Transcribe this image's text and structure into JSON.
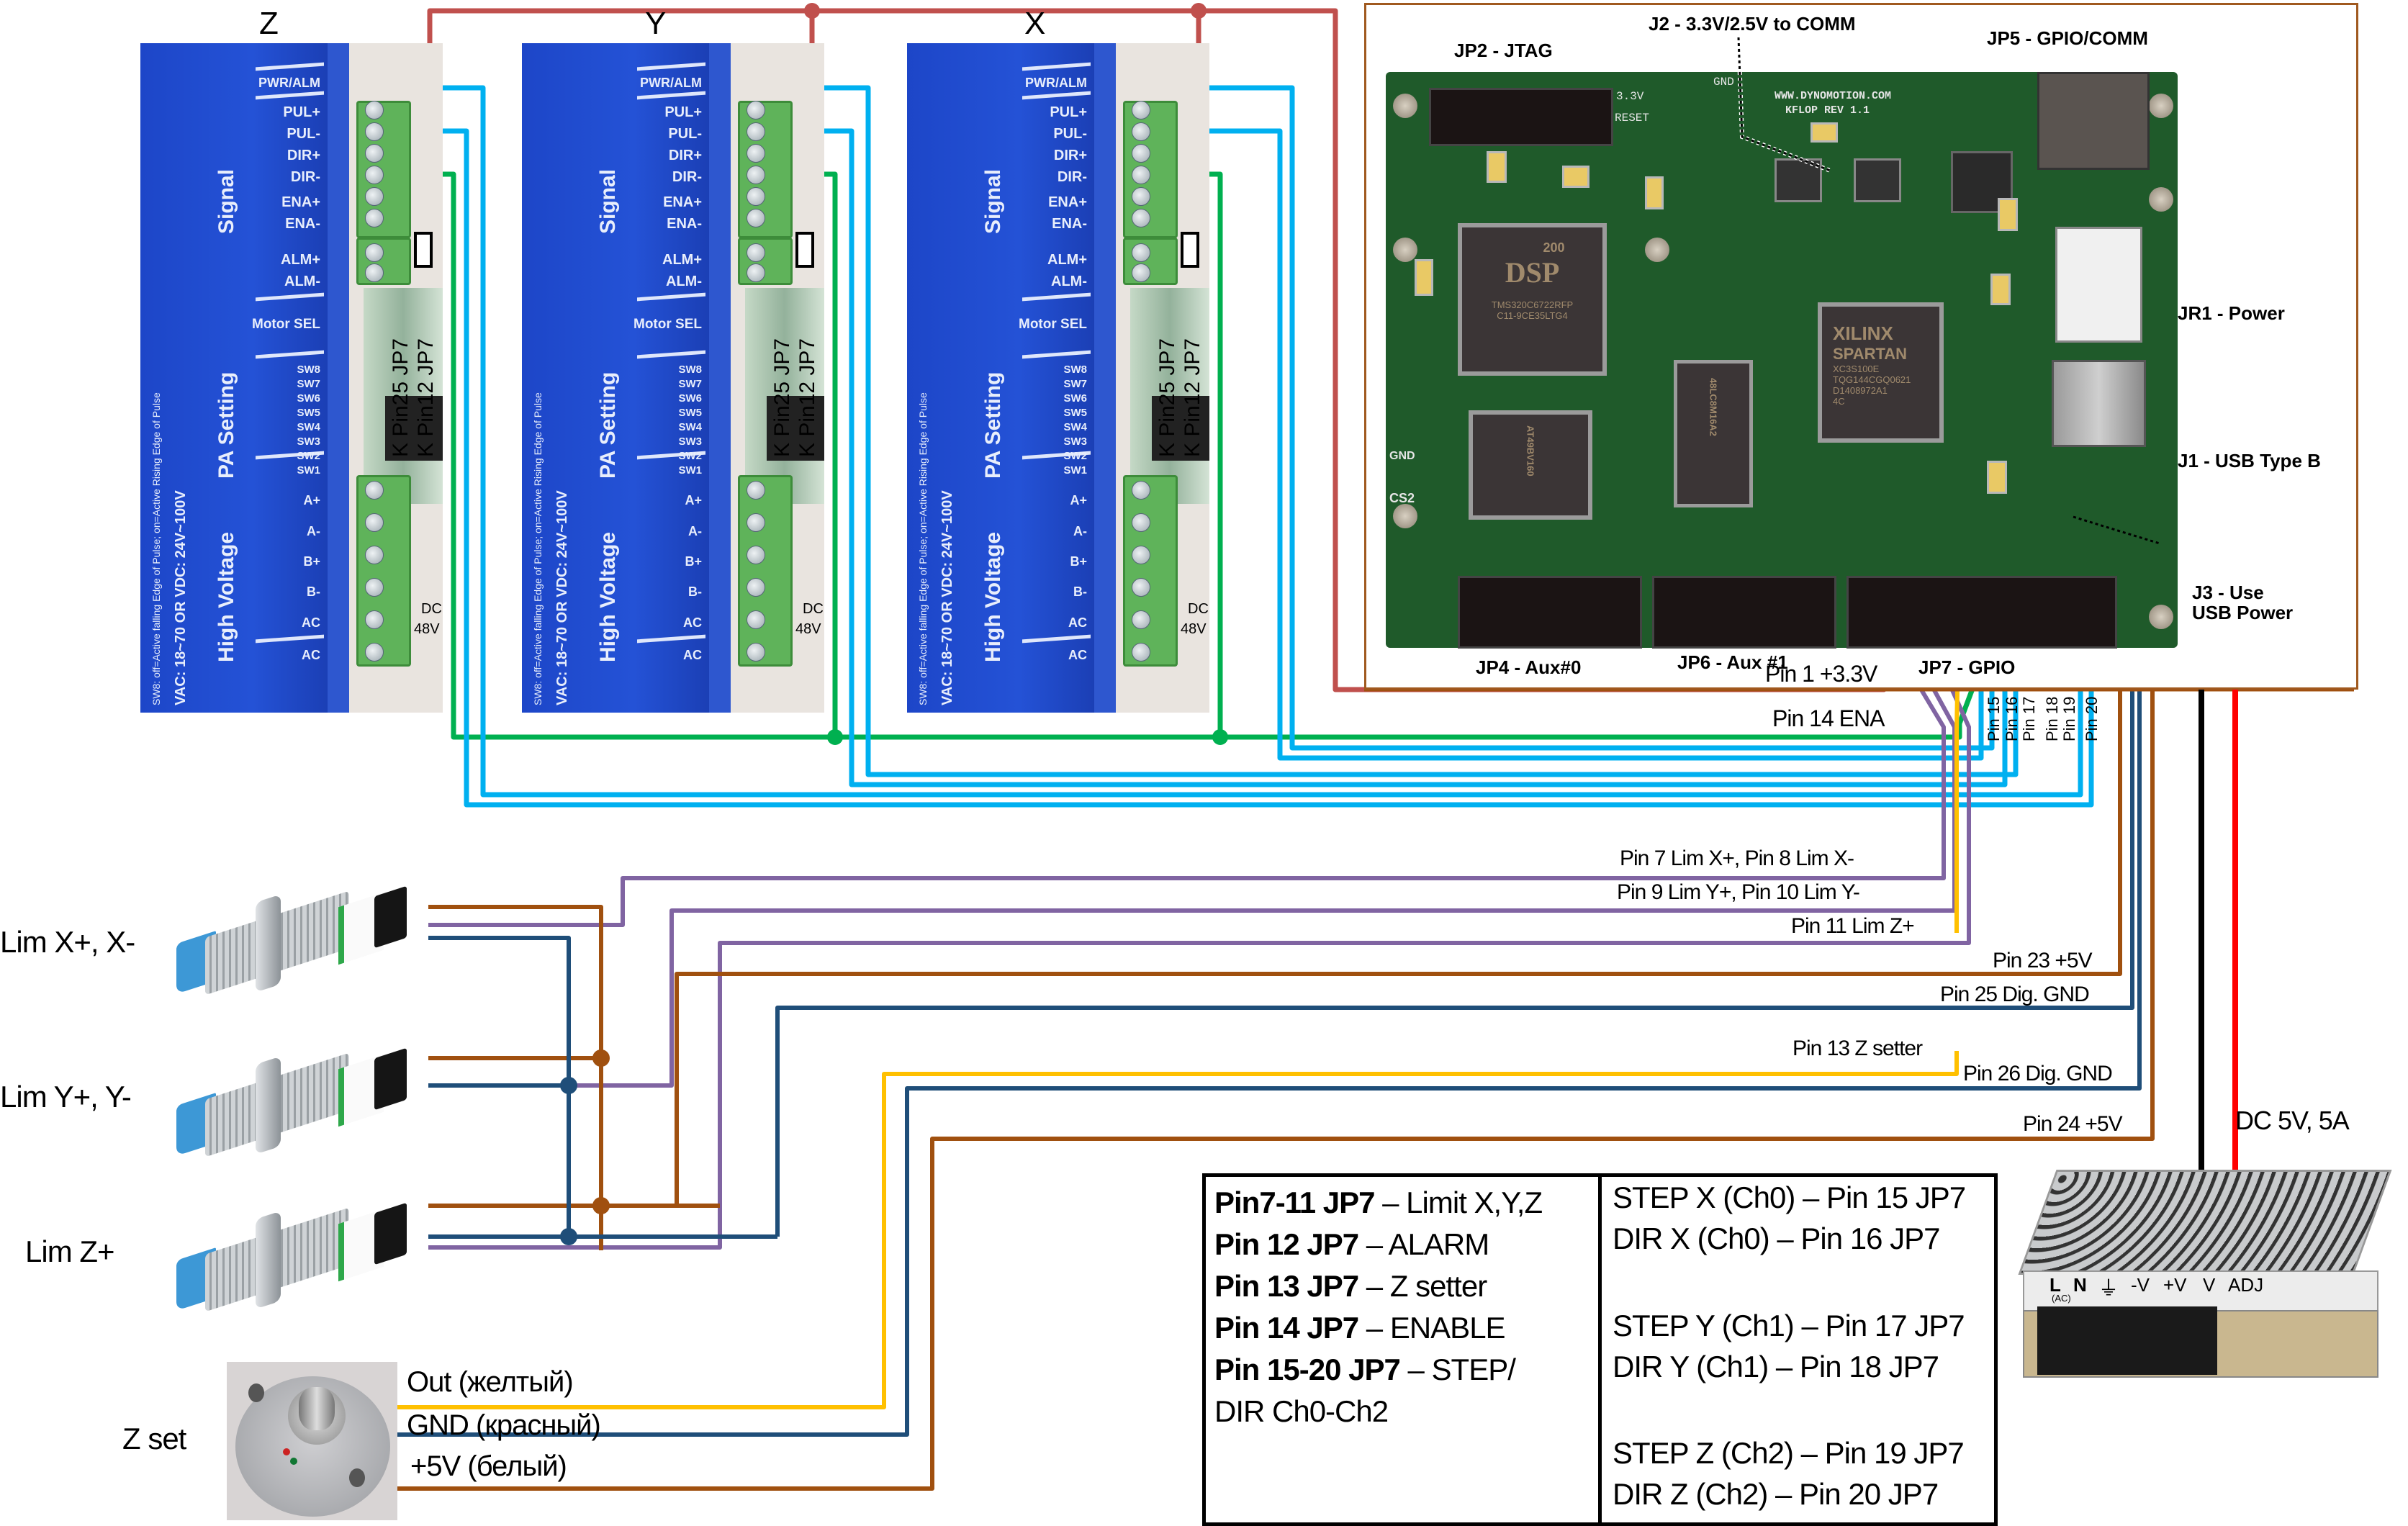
{
  "drivers": [
    {
      "axis": "Z",
      "signal_section": "Signal",
      "pins": [
        "PWR/ALM",
        "PUL+",
        "PUL-",
        "DIR+",
        "DIR-",
        "ENA+",
        "ENA-",
        "ALM+",
        "ALM-"
      ],
      "motor_sel": "Motor SEL",
      "pa_setting": "PA Setting",
      "sw": [
        "SW8",
        "SW7",
        "SW6",
        "SW5",
        "SW4",
        "SW3",
        "SW2",
        "SW1"
      ],
      "hv_section": "High Voltage",
      "hv_pins": [
        "A+",
        "A-",
        "B+",
        "B-",
        "AC",
        "AC"
      ],
      "side_text_1": "VAC: 18~70 OR VDC: 24V~100V",
      "side_text_2": "SW8: off=Active falling Edge of Pulse; on=Active Rising Edge of Pulse",
      "alarm_labels": [
        "K Pin25 JP7",
        "K Pin12 JP7"
      ],
      "dc_labels": [
        "DC",
        "48V"
      ]
    },
    {
      "axis": "Y",
      "signal_section": "Signal",
      "pins": [
        "PWR/ALM",
        "PUL+",
        "PUL-",
        "DIR+",
        "DIR-",
        "ENA+",
        "ENA-",
        "ALM+",
        "ALM-"
      ],
      "motor_sel": "Motor SEL",
      "pa_setting": "PA Setting",
      "sw": [
        "SW8",
        "SW7",
        "SW6",
        "SW5",
        "SW4",
        "SW3",
        "SW2",
        "SW1"
      ],
      "hv_section": "High Voltage",
      "hv_pins": [
        "A+",
        "A-",
        "B+",
        "B-",
        "AC",
        "AC"
      ],
      "side_text_1": "VAC: 18~70 OR VDC: 24V~100V",
      "side_text_2": "SW8: off=Active falling Edge of Pulse; on=Active Rising Edge of Pulse",
      "alarm_labels": [
        "K Pin25 JP7",
        "K Pin12 JP7"
      ],
      "dc_labels": [
        "DC",
        "48V"
      ]
    },
    {
      "axis": "X",
      "signal_section": "Signal",
      "pins": [
        "PWR/ALM",
        "PUL+",
        "PUL-",
        "DIR+",
        "DIR-",
        "ENA+",
        "ENA-",
        "ALM+",
        "ALM-"
      ],
      "motor_sel": "Motor SEL",
      "pa_setting": "PA Setting",
      "sw": [
        "SW8",
        "SW7",
        "SW6",
        "SW5",
        "SW4",
        "SW3",
        "SW2",
        "SW1"
      ],
      "hv_section": "High Voltage",
      "hv_pins": [
        "A+",
        "A-",
        "B+",
        "B-",
        "AC",
        "AC"
      ],
      "side_text_1": "VAC: 18~70 OR VDC: 24V~100V",
      "side_text_2": "SW8: off=Active falling Edge of Pulse; on=Active Rising Edge of Pulse",
      "alarm_labels": [
        "K Pin25 JP7",
        "K Pin12 JP7"
      ],
      "dc_labels": [
        "DC",
        "48V"
      ]
    }
  ],
  "board": {
    "connectors": {
      "jp2": "JP2 - JTAG",
      "j2": "J2 - 3.3V/2.5V to COMM",
      "jp5": "JP5 - GPIO/COMM",
      "jr1": "JR1 - Power",
      "j1": "J1 - USB Type B",
      "j3_line1": "J3 - Use",
      "j3_line2": "USB Power",
      "jp4": "JP4 - Aux#0",
      "jp6": "JP6 - Aux #1",
      "jp7": "JP7 - GPIO"
    },
    "silkscreen": {
      "url": "WWW.DYNOMOTION.COM",
      "rev": "KFLOP REV 1.1",
      "v33": "3.3V",
      "reset": "RESET",
      "gnd": "GND",
      "gnd2": "GND",
      "cs2": "CS2"
    },
    "chips": {
      "dsp_brand": "DSP",
      "dsp_num": "200",
      "dsp_part": "TMS320C6722RFP",
      "dsp_part2": "C11-9CE35LTG4",
      "fpga_brand": "XILINX",
      "fpga_family": "SPARTAN",
      "fpga_part": "XC3S100E",
      "fpga_part2": "TQG144CGQ0621",
      "fpga_part3": "D1408972A1",
      "fpga_part4": "4C",
      "ram": "48LC8M16A2",
      "flash": "AT49BV160"
    }
  },
  "jp7_pins": {
    "pin1": "Pin 1 +3.3V",
    "pin14": "Pin 14 ENA",
    "step_dir": [
      "Pin 15",
      "Pin 16",
      "Pin 17",
      "Pin 18",
      "Pin 19",
      "Pin 20"
    ]
  },
  "wire_labels": {
    "lim_x": "Pin 7 Lim X+, Pin 8 Lim X-",
    "lim_y": "Pin 9 Lim Y+, Pin 10 Lim Y-",
    "lim_z": "Pin 11 Lim Z+",
    "pin23": "Pin 23 +5V",
    "pin25": "Pin 25 Dig. GND",
    "pin13": "Pin 13 Z setter",
    "pin26": "Pin 26 Dig. GND",
    "pin24": "Pin 24 +5V"
  },
  "sensors": [
    {
      "label": "Lim X+, X-"
    },
    {
      "label": "Lim Y+, Y-"
    },
    {
      "label": "Lim Z+"
    }
  ],
  "zset": {
    "label": "Z set",
    "wires": [
      "Out (желтый)",
      "GND (красный)",
      "+5V (белый)"
    ]
  },
  "psu": {
    "label": "DC 5V, 5A",
    "terminals": [
      "L",
      "N",
      "(AC)",
      "⏚",
      "-V",
      "+V",
      "V",
      "ADJ"
    ]
  },
  "legend": {
    "left": [
      {
        "bold": "Pin7-11 JP7",
        "text": " – Limit X,Y,Z"
      },
      {
        "bold": "Pin 12 JP7",
        "text": " – ALARM"
      },
      {
        "bold": "Pin 13 JP7",
        "text": " – Z setter"
      },
      {
        "bold": "Pin 14 JP7",
        "text": " – ENABLE"
      },
      {
        "bold": "Pin 15-20 JP7",
        "text": " – STEP/"
      },
      {
        "bold": "",
        "text": "DIR Ch0-Ch2"
      }
    ],
    "right": [
      "STEP X (Ch0) – Pin 15 JP7",
      "DIR X (Ch0) – Pin 16 JP7",
      "STEP Y (Ch1) – Pin 17 JP7",
      "DIR Y (Ch1) – Pin 18 JP7",
      "STEP Z (Ch2) – Pin 19 JP7",
      "DIR Z (Ch2) – Pin 20 JP7"
    ]
  },
  "colors": {
    "v33": "#c0504d",
    "step_dir": "#00b0f0",
    "enable": "#00b050",
    "limit": "#8064a2",
    "zsetter": "#ffc000",
    "plus5v": "#a0500f",
    "gnd": "#1f4e79",
    "alarm": "#e6a0a0",
    "alarm_gnd": "#17375e",
    "psu_pos": "#ff0000",
    "psu_neg": "#000000",
    "board_frame": "#a0591f"
  }
}
